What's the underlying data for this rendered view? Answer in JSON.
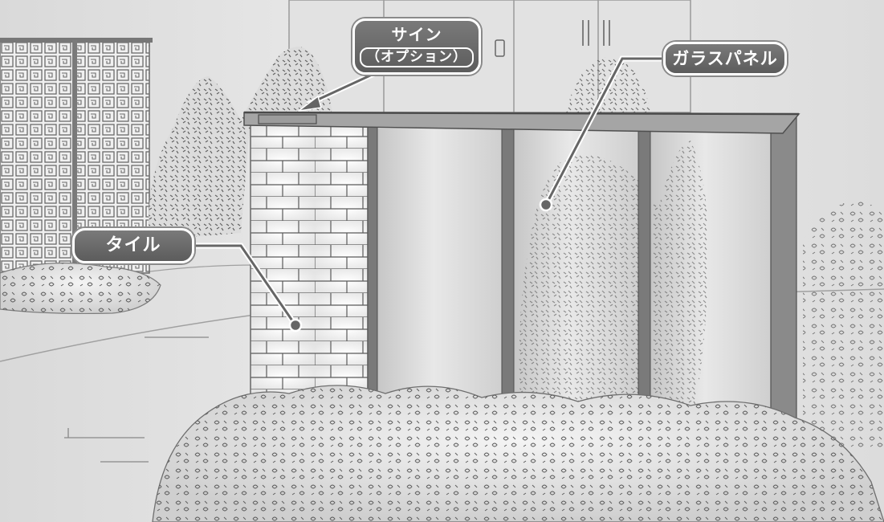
{
  "labels": {
    "sign": {
      "main": "サイン",
      "sub": "（オプション）"
    },
    "glass_panel": "ガラスパネル",
    "tile": "タイル"
  },
  "colors": {
    "callout_fill": "#6b6b6b",
    "frame": "#6b6b6b",
    "glass": "#d2d2d2",
    "tile_face": "#f4f4f4",
    "background": "#e6e6e6"
  },
  "icons": [
    "leader-dot",
    "arrow-head",
    "bush-foliage",
    "tree-foliage",
    "lattice-screen"
  ]
}
